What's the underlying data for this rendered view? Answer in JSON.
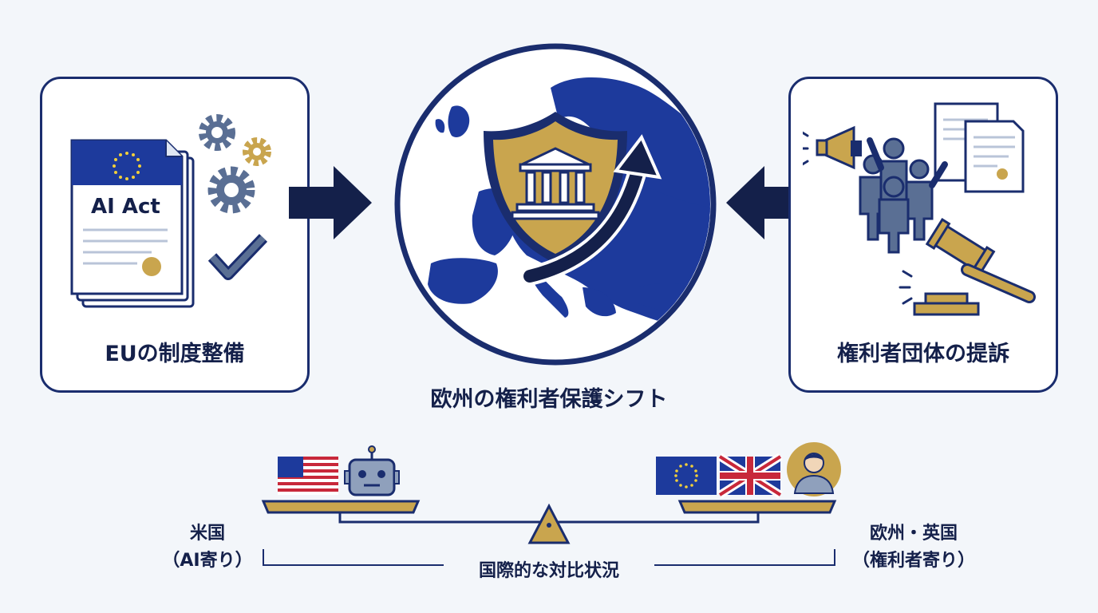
{
  "left_panel": {
    "label": "EUの制度整備",
    "document_title": "AI Act",
    "icons": [
      "eu-flag-document-icon",
      "gear-icon",
      "checkmark-icon"
    ]
  },
  "center": {
    "label": "欧州の権利者保護シフト",
    "icons": [
      "europe-map-icon",
      "shield-courthouse-icon",
      "upward-arrow-icon"
    ]
  },
  "right_panel": {
    "label": "権利者団体の提訴",
    "icons": [
      "megaphone-icon",
      "protest-group-icon",
      "documents-icon",
      "gavel-icon"
    ]
  },
  "scale": {
    "left_label_line1": "米国",
    "left_label_line2": "（AI寄り）",
    "right_label_line1": "欧州・英国",
    "right_label_line2": "（権利者寄り）",
    "bottom_label": "国際的な対比状況",
    "left_icons": [
      "us-flag-icon",
      "robot-icon"
    ],
    "right_icons": [
      "eu-flag-icon",
      "uk-flag-icon",
      "person-avatar-icon"
    ]
  },
  "colors": {
    "navy": "#1a2d6e",
    "eu_blue": "#1d3a9c",
    "gold": "#c9a54e",
    "steel": "#5a6f94",
    "background": "#f3f6fa"
  }
}
